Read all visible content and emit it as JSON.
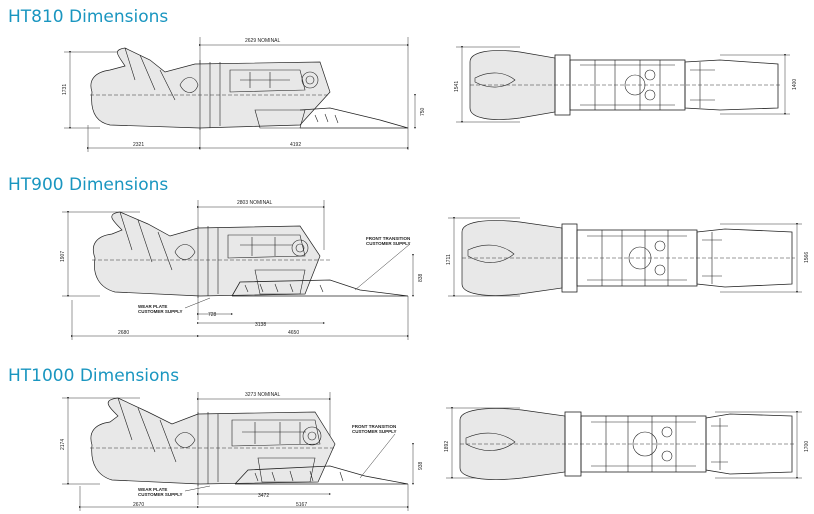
{
  "sections": [
    {
      "title": "HT810 Dimensions",
      "side": {
        "nominal": "2629 NOMINAL",
        "height_left": "1731",
        "height_right": "750",
        "length_a": "2321",
        "length_b": "4192"
      },
      "top": {
        "width_left": "1541",
        "width_right": "1400"
      }
    },
    {
      "title": "HT900 Dimensions",
      "side": {
        "nominal": "2803 NOMINAL",
        "height_left": "1907",
        "height_right": "838",
        "length_a": "2680",
        "length_b": "4650",
        "length_c": "728",
        "length_d": "3138",
        "wear_plate": "WEAR PLATE",
        "customer_supply": "CUSTOMER SUPPLY",
        "front_transition": "FRONT TRANSITION",
        "front_customer_supply": "CUSTOMER SUPPLY"
      },
      "top": {
        "width_left": "1711",
        "width_right": "1566"
      }
    },
    {
      "title": "HT1000 Dimensions",
      "side": {
        "nominal": "3273 NOMINAL",
        "height_left": "2174",
        "height_right": "938",
        "length_a": "2670",
        "length_b": "5167",
        "length_c": "3472",
        "wear_plate": "WEAR PLATE",
        "customer_supply": "CUSTOMER SUPPLY",
        "front_transition": "FRONT TRANSITION",
        "front_customer_supply": "CUSTOMER SUPPLY"
      },
      "top": {
        "width_left": "1892",
        "width_right": "1700"
      }
    }
  ]
}
